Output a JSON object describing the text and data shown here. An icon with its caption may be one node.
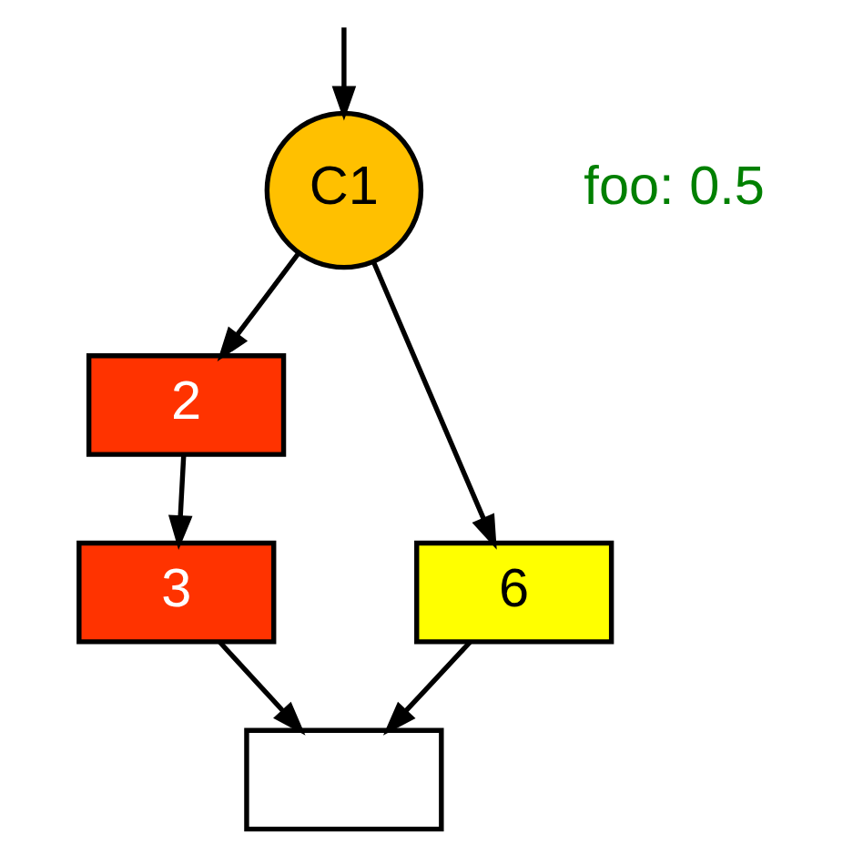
{
  "diagram": {
    "nodes": [
      {
        "text": [
          "C1"
        ],
        "beside": [
          "foo: 0.5"
        ]
      },
      {
        "text": [
          "2"
        ]
      },
      {
        "text": [
          "3"
        ]
      },
      {
        "text": [
          "6"
        ]
      },
      {
        "text": [],
        "shape": "box"
      }
    ],
    "edges": [
      {
        "from": null,
        "to": 0,
        "arrow": "to"
      },
      {
        "from": 0,
        "to": 1,
        "arrow": "to"
      },
      {
        "from": 0,
        "to": 3,
        "arrow": "to"
      },
      {
        "from": 1,
        "to": 2,
        "arrow": "to"
      },
      {
        "from": 2,
        "to": 4,
        "arrow": "to"
      },
      {
        "from": 3,
        "to": 4,
        "arrow": "to"
      }
    ]
  }
}
